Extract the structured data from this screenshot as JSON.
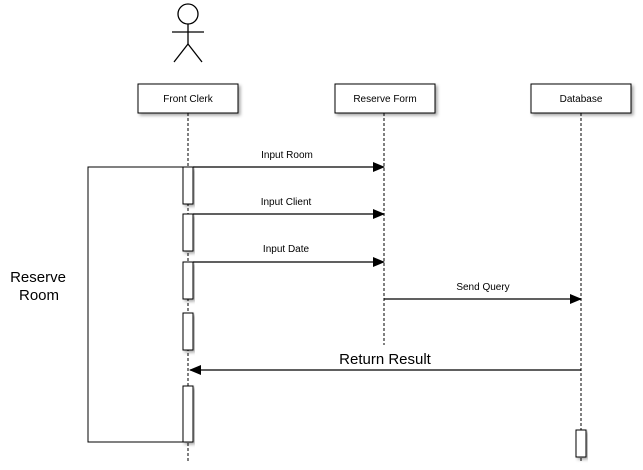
{
  "participants": {
    "front_clerk": "Front Clerk",
    "reserve_form": "Reserve Form",
    "database": "Database"
  },
  "messages": {
    "input_room": "Input Room",
    "input_client": "Input Client",
    "input_date": "Input Date",
    "send_query": "Send Query",
    "return_result": "Return Result"
  },
  "fragment": {
    "label_line1": "Reserve",
    "label_line2": "Room"
  },
  "colors": {
    "line": "#000000",
    "box_fill": "#ffffff",
    "shadow": "#b0b0b0"
  }
}
